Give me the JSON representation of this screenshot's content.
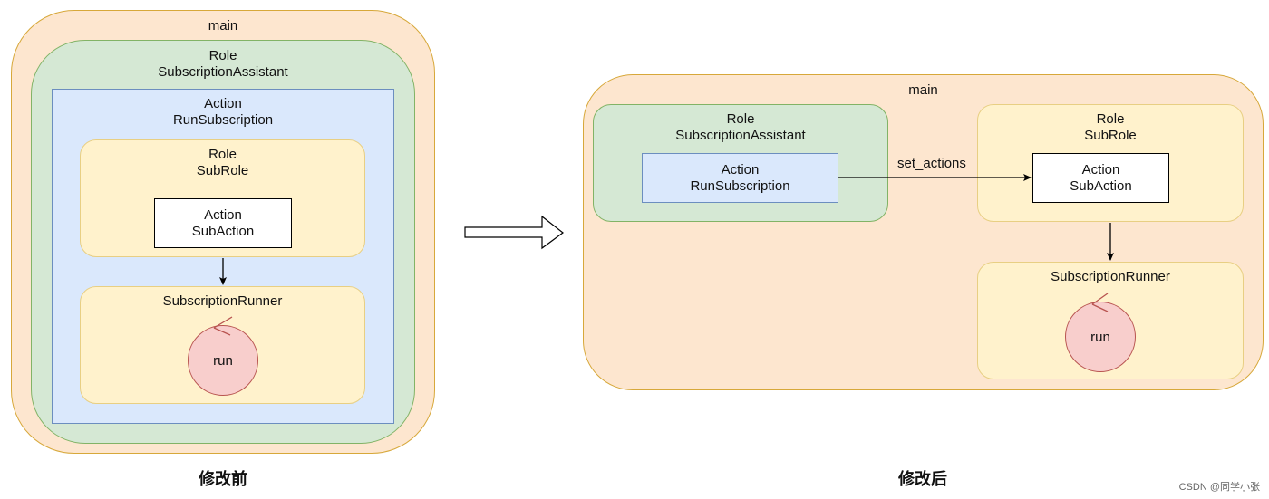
{
  "before": {
    "main_label": "main",
    "role": {
      "line1": "Role",
      "line2": "SubscriptionAssistant"
    },
    "action": {
      "line1": "Action",
      "line2": "RunSubscription"
    },
    "subrole": {
      "line1": "Role",
      "line2": "SubRole"
    },
    "subaction": {
      "line1": "Action",
      "line2": "SubAction"
    },
    "runner": {
      "label": "SubscriptionRunner",
      "run_label": "run"
    },
    "caption": "修改前"
  },
  "after": {
    "main_label": "main",
    "role": {
      "line1": "Role",
      "line2": "SubscriptionAssistant"
    },
    "action": {
      "line1": "Action",
      "line2": "RunSubscription"
    },
    "edge_label": "set_actions",
    "subrole": {
      "line1": "Role",
      "line2": "SubRole"
    },
    "subaction": {
      "line1": "Action",
      "line2": "SubAction"
    },
    "runner": {
      "label": "SubscriptionRunner",
      "run_label": "run"
    },
    "caption": "修改后"
  },
  "watermark": "CSDN @同学小张",
  "colors": {
    "main_fill": "#fde6cf",
    "main_stroke": "#d7a83a",
    "role_fill": "#d5e8d4",
    "role_stroke": "#82b366",
    "action_fill": "#dae8fc",
    "action_stroke": "#6c8ebf",
    "subrole_fill": "#fff2cc",
    "subrole_stroke": "#e8cf83",
    "run_fill": "#f8cecc",
    "run_stroke": "#b85450"
  }
}
